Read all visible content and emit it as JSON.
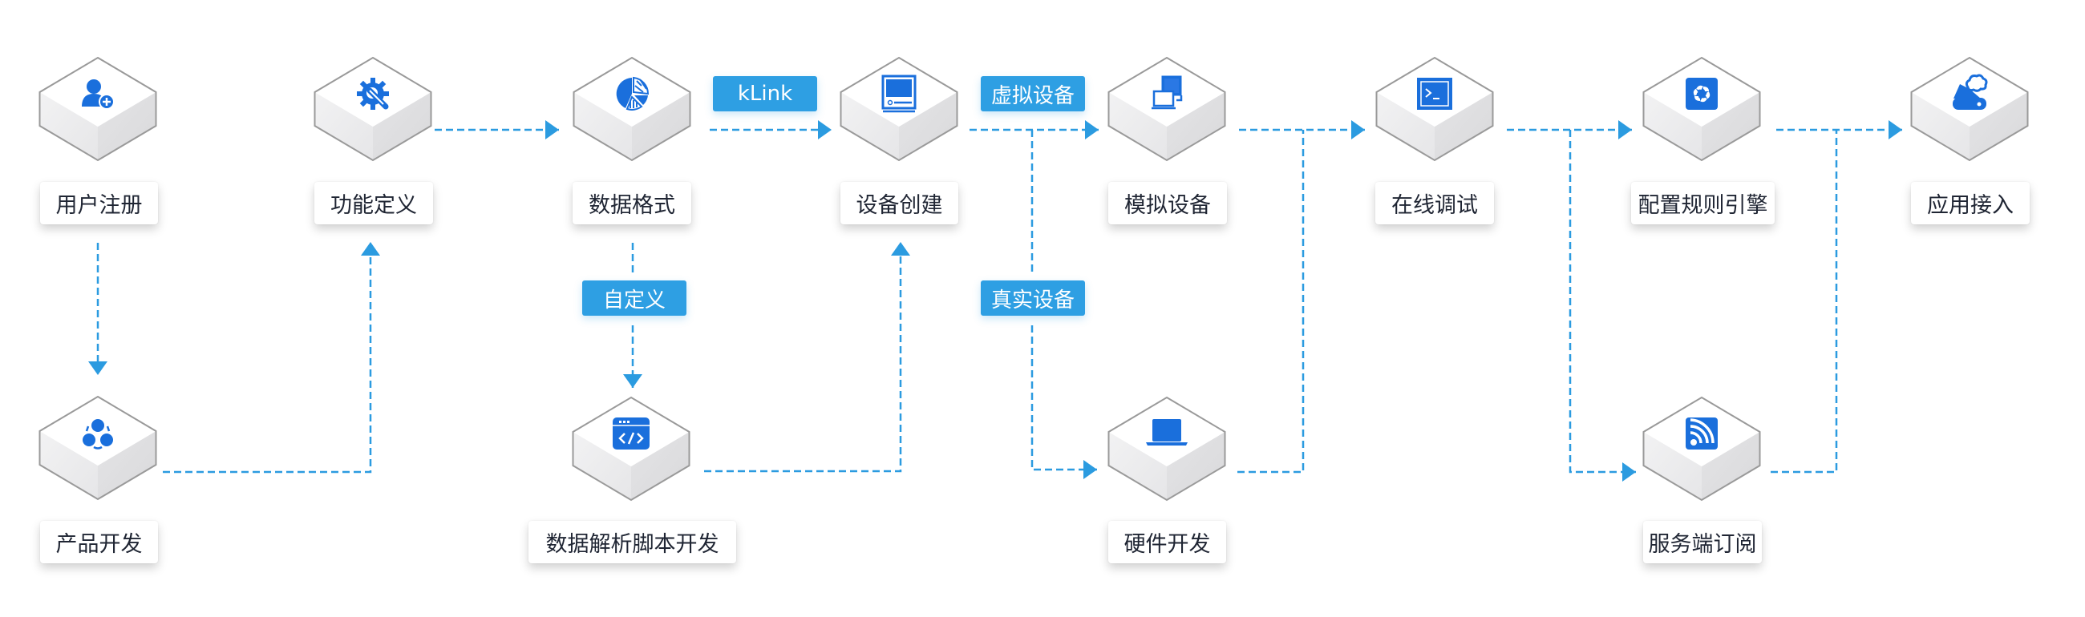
{
  "diagram": {
    "colors": {
      "icon": "#1a6fdc",
      "connector": "#2b9be0",
      "tag_bg": "#2e9fe3",
      "label_text": "#1f2533"
    },
    "nodes": [
      {
        "id": "user-register",
        "label": "用户注册",
        "icon": "user-add-icon"
      },
      {
        "id": "product-dev",
        "label": "产品开发",
        "icon": "share-nodes-icon"
      },
      {
        "id": "function-define",
        "label": "功能定义",
        "icon": "gear-wrench-icon"
      },
      {
        "id": "data-format",
        "label": "数据格式",
        "icon": "pie-chart-icon"
      },
      {
        "id": "script-dev",
        "label": "数据解析脚本开发",
        "icon": "code-window-icon"
      },
      {
        "id": "device-create",
        "label": "设备创建",
        "icon": "device-monitor-icon"
      },
      {
        "id": "sim-device",
        "label": "模拟设备",
        "icon": "multi-screen-icon"
      },
      {
        "id": "hardware-dev",
        "label": "硬件开发",
        "icon": "laptop-icon"
      },
      {
        "id": "online-debug",
        "label": "在线调试",
        "icon": "terminal-icon"
      },
      {
        "id": "rule-engine",
        "label": "配置规则引擎",
        "icon": "aperture-icon"
      },
      {
        "id": "server-subscribe",
        "label": "服务端订阅",
        "icon": "rss-icon"
      },
      {
        "id": "app-access",
        "label": "应用接入",
        "icon": "cloud-drive-icon"
      }
    ],
    "tags": [
      {
        "id": "klink",
        "label": "kLink"
      },
      {
        "id": "virtual",
        "label": "虚拟设备"
      },
      {
        "id": "custom",
        "label": "自定义"
      },
      {
        "id": "real",
        "label": "真实设备"
      }
    ],
    "edges": [
      {
        "from": "user-register",
        "to": "product-dev"
      },
      {
        "from": "product-dev",
        "to": "function-define"
      },
      {
        "from": "function-define",
        "to": "data-format"
      },
      {
        "from": "data-format",
        "to": "device-create",
        "tag": "kLink"
      },
      {
        "from": "data-format",
        "to": "script-dev",
        "tag": "自定义"
      },
      {
        "from": "script-dev",
        "to": "device-create"
      },
      {
        "from": "device-create",
        "to": "sim-device",
        "tag": "虚拟设备"
      },
      {
        "from": "device-create",
        "to": "hardware-dev",
        "tag": "真实设备"
      },
      {
        "from": "sim-device",
        "to": "online-debug"
      },
      {
        "from": "hardware-dev",
        "to": "online-debug"
      },
      {
        "from": "online-debug",
        "to": "rule-engine"
      },
      {
        "from": "online-debug",
        "to": "server-subscribe"
      },
      {
        "from": "rule-engine",
        "to": "app-access"
      },
      {
        "from": "server-subscribe",
        "to": "app-access"
      }
    ]
  }
}
